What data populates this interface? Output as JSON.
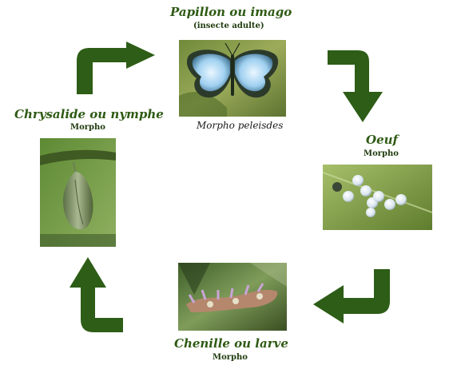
{
  "colors": {
    "arrow": "#2d5d16",
    "title": "#2e5a14"
  },
  "stages": {
    "adult": {
      "title": "Papillon ou imago",
      "subtitle": "(insecte adulte)",
      "caption": "Morpho peleisdes"
    },
    "egg": {
      "title": "Oeuf",
      "subtitle": "Morpho"
    },
    "larva": {
      "title": "Chenille ou larve",
      "subtitle": "Morpho"
    },
    "pupa": {
      "title": "Chrysalide ou nymphe",
      "subtitle": "Morpho"
    }
  },
  "arrows": [
    "arrow-pupa-to-adult",
    "arrow-adult-to-egg",
    "arrow-egg-to-larva",
    "arrow-larva-to-pupa"
  ]
}
